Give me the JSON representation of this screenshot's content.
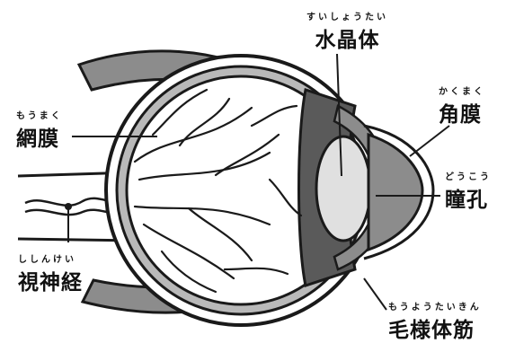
{
  "labels": {
    "lens": {
      "reading": "すいしょうたい",
      "term": "水晶体"
    },
    "retina": {
      "reading": "もうまく",
      "term": "網膜"
    },
    "cornea": {
      "reading": "かくまく",
      "term": "角膜"
    },
    "pupil": {
      "reading": "どうこう",
      "term": "瞳孔"
    },
    "optic_nerve": {
      "reading": "ししんけい",
      "term": "視神経"
    },
    "ciliary": {
      "reading": "もうようたいきん",
      "term": "毛様体筋"
    }
  },
  "colors": {
    "line": "#1a1a1a",
    "dark_gray": "#5a5a5a",
    "mid_gray": "#8c8c8c",
    "light_gray": "#b9b9b9",
    "lens_fill": "#e0e0e0",
    "white": "#ffffff"
  }
}
